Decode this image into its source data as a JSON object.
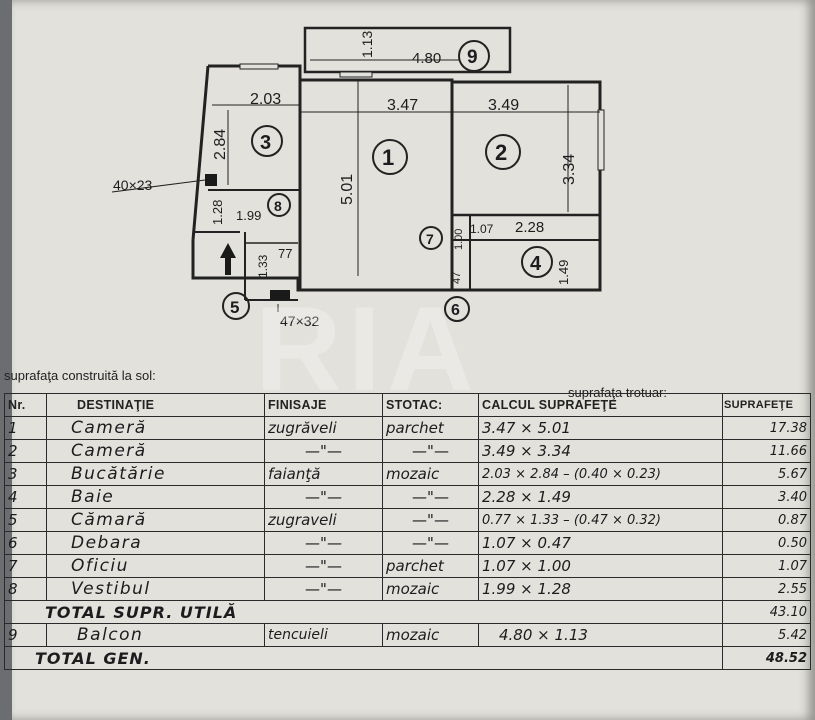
{
  "watermark": "RIA",
  "plan": {
    "dims": {
      "balcony_depth": "1.13",
      "balcony_width": "4.80",
      "room3_width": "2.03",
      "room1_width": "3.47",
      "room2_width": "3.49",
      "room3_height": "2.84",
      "room1_height": "5.01",
      "room2_height": "3.34",
      "hall_height": "1.28",
      "hall_width": "1.99",
      "pantry_height": "1.33",
      "pantry_width": "77",
      "bath_width": "2.28",
      "bath_height": "1.49",
      "office_height": "1.00",
      "office_width": "1.07",
      "storage_height": "47",
      "column_left": "40×23",
      "column_bottom": "47×32"
    },
    "rooms": [
      "1",
      "2",
      "3",
      "4",
      "5",
      "6",
      "7",
      "8",
      "9"
    ]
  },
  "caption_built": "suprafaţa construită la sol:",
  "caption_walk": "suprafaţa trotuar:",
  "table": {
    "headers": [
      "Nr.",
      "DESTINAŢIE",
      "FINISAJE",
      "STOTAC:",
      "CALCUL SUPRAFEŢE",
      "SUPRAFEŢE"
    ],
    "rows": [
      {
        "nr": "1",
        "dest": "Cameră",
        "fin": "zugrăveli",
        "floor": "parchet",
        "calc": "3.47 × 5.01",
        "area": "17.38"
      },
      {
        "nr": "2",
        "dest": "Cameră",
        "fin": "—\"—",
        "floor": "—\"—",
        "calc": "3.49 × 3.34",
        "area": "11.66"
      },
      {
        "nr": "3",
        "dest": "Bucătărie",
        "fin": "faianţă",
        "floor": "mozaic",
        "calc": "2.03 × 2.84 – (0.40 × 0.23)",
        "area": "5.67"
      },
      {
        "nr": "4",
        "dest": "Baie",
        "fin": "—\"—",
        "floor": "—\"—",
        "calc": "2.28 × 1.49",
        "area": "3.40"
      },
      {
        "nr": "5",
        "dest": "Cămară",
        "fin": "zugraveli",
        "floor": "—\"—",
        "calc": "0.77 × 1.33 – (0.47 × 0.32)",
        "area": "0.87"
      },
      {
        "nr": "6",
        "dest": "Debara",
        "fin": "—\"—",
        "floor": "—\"—",
        "calc": "1.07 × 0.47",
        "area": "0.50"
      },
      {
        "nr": "7",
        "dest": "Oficiu",
        "fin": "—\"—",
        "floor": "parchet",
        "calc": "1.07 × 1.00",
        "area": "1.07"
      },
      {
        "nr": "8",
        "dest": "Vestibul",
        "fin": "—\"—",
        "floor": "mozaic",
        "calc": "1.99 × 1.28",
        "area": "2.55"
      }
    ],
    "total_util_label": "TOTAL SUPR. UTILĂ",
    "total_util_value": "43.10",
    "balcony": {
      "nr": "9",
      "dest": "Balcon",
      "fin": "tencuieli",
      "floor": "mozaic",
      "calc": "4.80 × 1.13",
      "area": "5.42"
    },
    "total_gen_label": "TOTAL GEN.",
    "total_gen_value": "48.52"
  }
}
